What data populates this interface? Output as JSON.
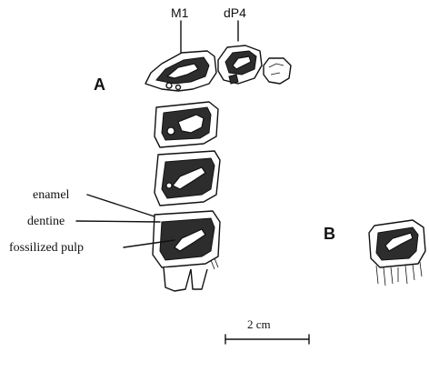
{
  "labels": {
    "m1": "M1",
    "dp4": "dP4",
    "panel_a": "A",
    "panel_b": "B",
    "enamel": "enamel",
    "dentine": "dentine",
    "fossilized_pulp": "fossilized pulp",
    "scale": "2 cm"
  }
}
